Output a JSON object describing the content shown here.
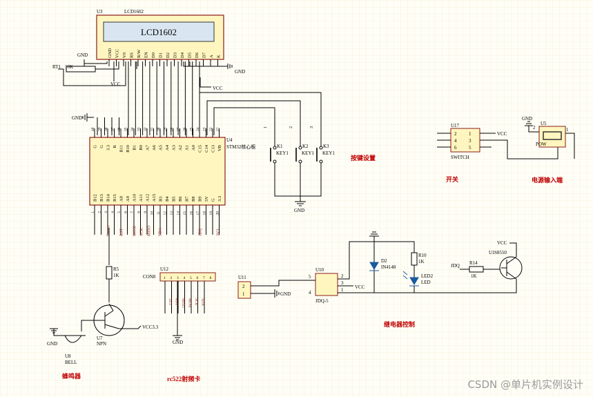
{
  "lcd": {
    "ref": "U3",
    "name": "LCD1602",
    "screen_text": "LCD1602",
    "pins": [
      "GND",
      "VCC",
      "V0",
      "RS",
      "R/W",
      "EN",
      "D0",
      "D1",
      "D2",
      "D3",
      "D4",
      "D5",
      "D6",
      "D7",
      "A",
      "K"
    ]
  },
  "rt1": {
    "ref": "RT1",
    "value": "10K"
  },
  "gnd": "GND",
  "vcc": "VCC",
  "vcc33": "VCC3.3",
  "mcu": {
    "ref": "U4",
    "name": "STM32核心板",
    "top_pins": [
      "G",
      "G",
      "3.3",
      "R",
      "B11",
      "B10",
      "B1",
      "B0",
      "A7",
      "A6",
      "A5",
      "A4",
      "A3",
      "A2",
      "A1",
      "A0",
      "C15",
      "C14",
      "C13",
      "VB"
    ],
    "top_nums": [
      "40",
      "39",
      "38",
      "37",
      "36",
      "35",
      "34",
      "33",
      "32",
      "31",
      "30",
      "29",
      "28",
      "27",
      "26",
      "25",
      "24",
      "23",
      "22",
      "21"
    ],
    "bottom_pins": [
      "B12",
      "B13",
      "B14",
      "B15",
      "A8",
      "A9",
      "A10",
      "A11",
      "A12",
      "A15",
      "B3",
      "B4",
      "B5",
      "B6",
      "B7",
      "B8",
      "B9",
      "5V",
      "G",
      "3.3"
    ],
    "bottom_nums": [
      "1",
      "2",
      "3",
      "4",
      "5",
      "6",
      "7",
      "8",
      "9",
      "10",
      "11",
      "12",
      "13",
      "14",
      "15",
      "16",
      "17",
      "18",
      "19",
      "20"
    ],
    "net_labels": [
      "bianee",
      "RST",
      "MOSI",
      "SCK",
      "MISO",
      "SDA",
      "JDQ",
      "3V3"
    ]
  },
  "keys": [
    {
      "ref": "K1",
      "label": "KEY1"
    },
    {
      "ref": "K2",
      "label": "KEY1"
    },
    {
      "ref": "K3",
      "label": "KEY1"
    }
  ],
  "key_section": "按键设置",
  "switch": {
    "ref": "U17",
    "name": "SWITCH",
    "pins": [
      "2",
      "4",
      "6",
      "1",
      "3",
      "5"
    ],
    "section": "开关"
  },
  "power": {
    "ref": "U5",
    "name": "POW",
    "pins": [
      "2",
      "1"
    ],
    "section": "电源输入端"
  },
  "buzzer": {
    "r_ref": "R5",
    "r_val": "1K",
    "q_ref": "U7",
    "q_name": "NPN",
    "b_ref": "U8",
    "b_name": "BELL",
    "section": "蜂鸣器"
  },
  "rc522": {
    "ref": "U12",
    "name": "CON8",
    "pins": [
      "1",
      "2",
      "3",
      "4",
      "5",
      "6",
      "7",
      "8"
    ],
    "nets": [
      "3V3",
      "RST",
      "MISO",
      "MOSI",
      "SCK",
      "SDA"
    ],
    "section": "rc522射频卡"
  },
  "relay": {
    "ref": "U10",
    "name": "JDQ-5",
    "u11": "U11",
    "u11_pins": [
      "2",
      "1"
    ],
    "pins": [
      "5",
      "4",
      "2",
      "3",
      "1"
    ],
    "d2": "D2",
    "d2_val": "IN4148",
    "r10": "R10",
    "r10_val": "1K",
    "led": "LED2",
    "led_val": "LED",
    "jdq": "JDQ",
    "r14": "R14",
    "r14_val": "1K",
    "q": "U1",
    "q_name": "S8550",
    "section": "继电器控制"
  },
  "watermark": "CSDN @单片机实例设计"
}
